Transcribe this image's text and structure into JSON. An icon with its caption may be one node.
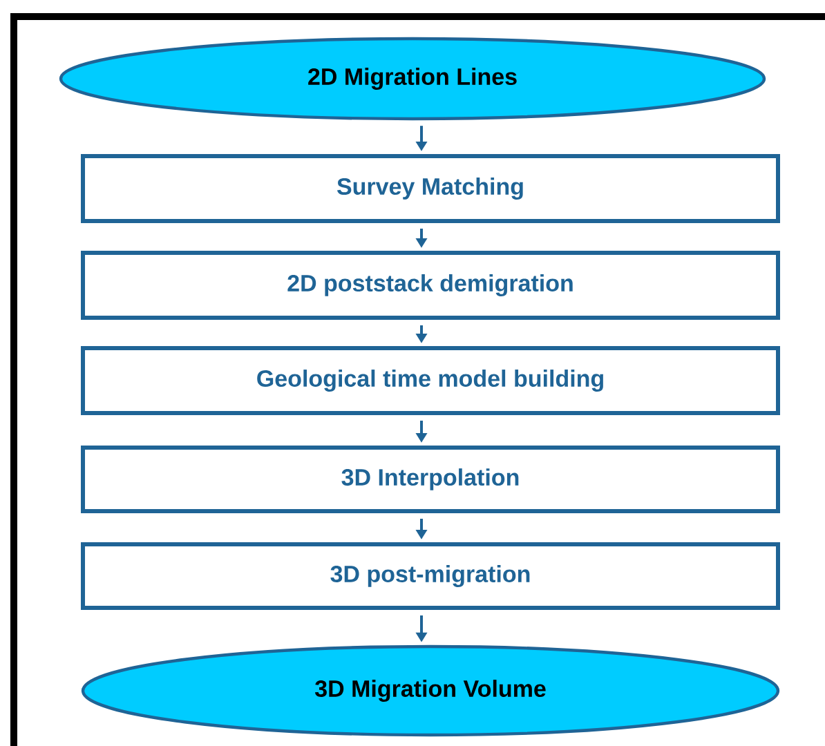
{
  "diagram": {
    "nodes": [
      {
        "text": [
          "2D Migration Lines"
        ]
      },
      {
        "text": [
          "Survey Matching"
        ]
      },
      {
        "text": [
          "2D poststack demigration"
        ]
      },
      {
        "text": [
          "Geological time model building"
        ]
      },
      {
        "text": [
          "3D Interpolation"
        ]
      },
      {
        "text": [
          "3D post-migration"
        ]
      },
      {
        "text": [
          "3D Migration Volume"
        ]
      }
    ],
    "edges": [
      {
        "from": 0,
        "to": 1,
        "arrow": "to"
      },
      {
        "from": 1,
        "to": 2,
        "arrow": "to"
      },
      {
        "from": 2,
        "to": 3,
        "arrow": "to"
      },
      {
        "from": 3,
        "to": 4,
        "arrow": "to"
      },
      {
        "from": 4,
        "to": 5,
        "arrow": "to"
      },
      {
        "from": 5,
        "to": 6,
        "arrow": "to"
      }
    ]
  }
}
